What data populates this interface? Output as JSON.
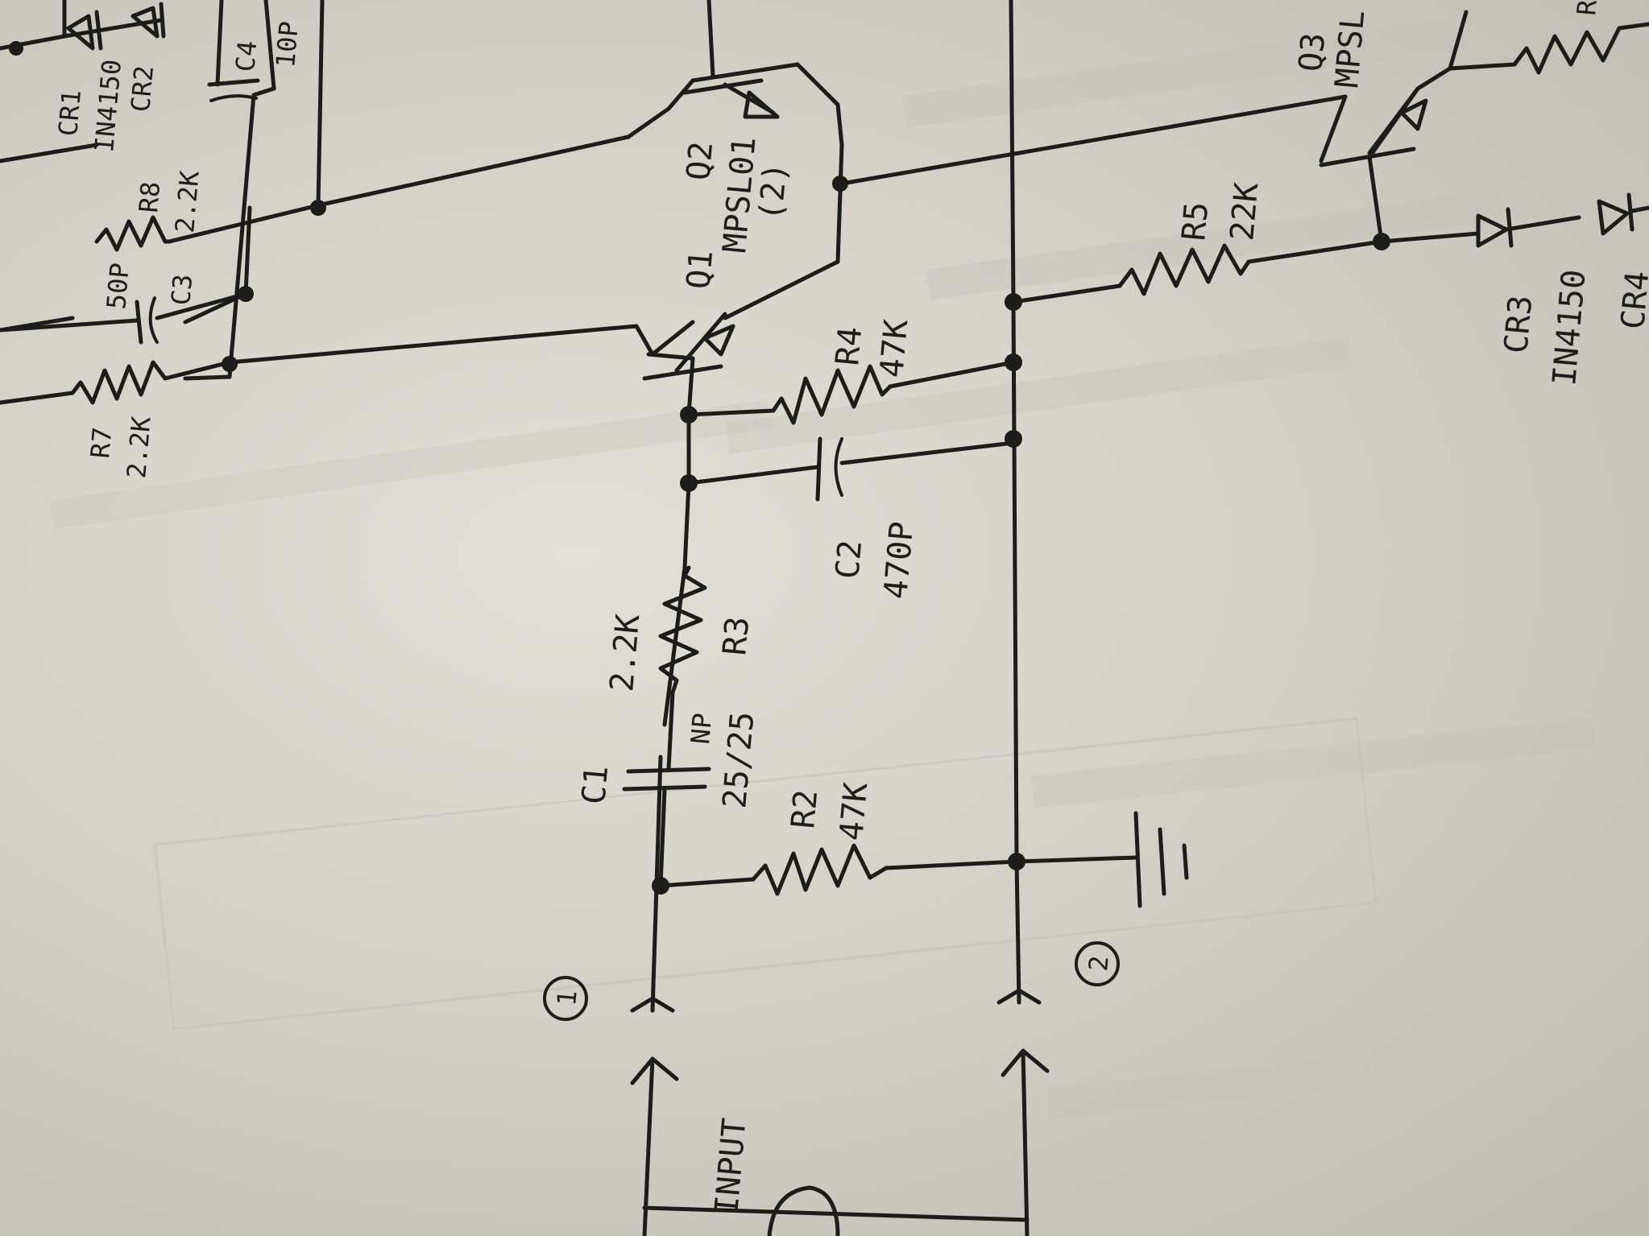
{
  "components": {
    "q1": {
      "ref": "Q1"
    },
    "q2": {
      "ref": "Q2",
      "part": "MPSL01",
      "qty": "(2)"
    },
    "q3": {
      "ref": "Q3",
      "part": "MPSL"
    },
    "r2": {
      "ref": "R2",
      "value": "47K"
    },
    "r3": {
      "ref": "R3",
      "value": "2.2K"
    },
    "r4": {
      "ref": "R4",
      "value": "47K"
    },
    "r5": {
      "ref": "R5",
      "value": "22K"
    },
    "r7": {
      "ref": "R7",
      "value": "2.2K"
    },
    "r8": {
      "ref": "R8",
      "value": "2.2K"
    },
    "r_partial": {
      "ref": "R"
    },
    "c1": {
      "ref": "C1",
      "value": "25/25",
      "note": "NP"
    },
    "c2": {
      "ref": "C2",
      "value": "470P"
    },
    "c3": {
      "ref": "C3",
      "value": "50P"
    },
    "c4": {
      "ref": "C4",
      "value": "10P"
    },
    "cr1": {
      "ref": "CR1",
      "part": "IN4150"
    },
    "cr2": {
      "ref": "CR2"
    },
    "cr3": {
      "ref": "CR3",
      "part": "IN4150"
    },
    "cr4": {
      "ref": "CR4"
    }
  },
  "terminals": {
    "input_label": "INPUT",
    "t1": "1",
    "t2": "2"
  },
  "colors": {
    "paper": "#dcd9cf",
    "ink": "#1c1c1a"
  }
}
